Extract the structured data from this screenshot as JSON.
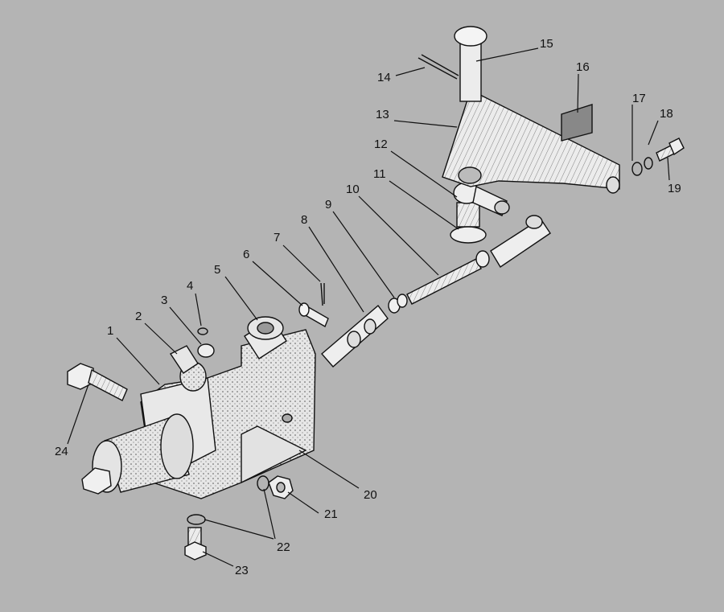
{
  "diagram": {
    "colors": {
      "background": "#b4b4b4",
      "part_fill": "#ededed",
      "line": "#111111"
    },
    "callouts": [
      {
        "id": "c1",
        "label": "1"
      },
      {
        "id": "c2",
        "label": "2"
      },
      {
        "id": "c3",
        "label": "3"
      },
      {
        "id": "c4",
        "label": "4"
      },
      {
        "id": "c5",
        "label": "5"
      },
      {
        "id": "c6",
        "label": "6"
      },
      {
        "id": "c7",
        "label": "7"
      },
      {
        "id": "c8",
        "label": "8"
      },
      {
        "id": "c9",
        "label": "9"
      },
      {
        "id": "c10",
        "label": "10"
      },
      {
        "id": "c11",
        "label": "11"
      },
      {
        "id": "c12",
        "label": "12"
      },
      {
        "id": "c13",
        "label": "13"
      },
      {
        "id": "c14",
        "label": "14"
      },
      {
        "id": "c15",
        "label": "15"
      },
      {
        "id": "c16",
        "label": "16"
      },
      {
        "id": "c17",
        "label": "17"
      },
      {
        "id": "c18",
        "label": "18"
      },
      {
        "id": "c19",
        "label": "19"
      },
      {
        "id": "c20",
        "label": "20"
      },
      {
        "id": "c21",
        "label": "21"
      },
      {
        "id": "c22",
        "label": "22"
      },
      {
        "id": "c23",
        "label": "23"
      },
      {
        "id": "c24",
        "label": "24"
      }
    ]
  }
}
